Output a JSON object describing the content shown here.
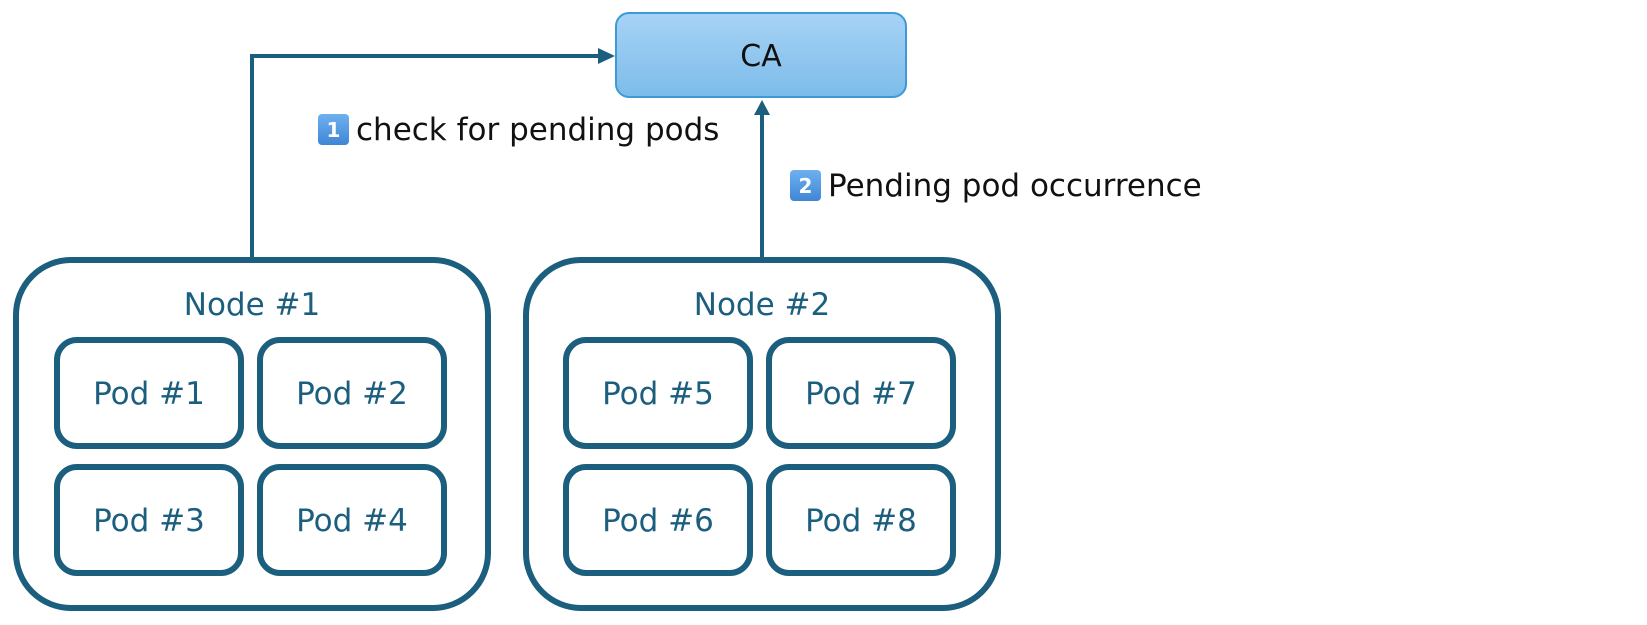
{
  "ca": {
    "label": "CA"
  },
  "steps": [
    {
      "number": "1",
      "text": "check for pending pods"
    },
    {
      "number": "2",
      "text": "Pending pod occurrence"
    }
  ],
  "nodes": [
    {
      "title": "Node #1",
      "pods": [
        "Pod #1",
        "Pod #2",
        "Pod #3",
        "Pod #4"
      ]
    },
    {
      "title": "Node #2",
      "pods": [
        "Pod #5",
        "Pod #7",
        "Pod #6",
        "Pod #8"
      ]
    }
  ],
  "colors": {
    "outline": "#1b5e7e",
    "ca_fill_top": "#a7d3f5",
    "ca_fill_bottom": "#7cbcea",
    "ca_border": "#3d9ad6",
    "badge": "#4a90e2"
  }
}
